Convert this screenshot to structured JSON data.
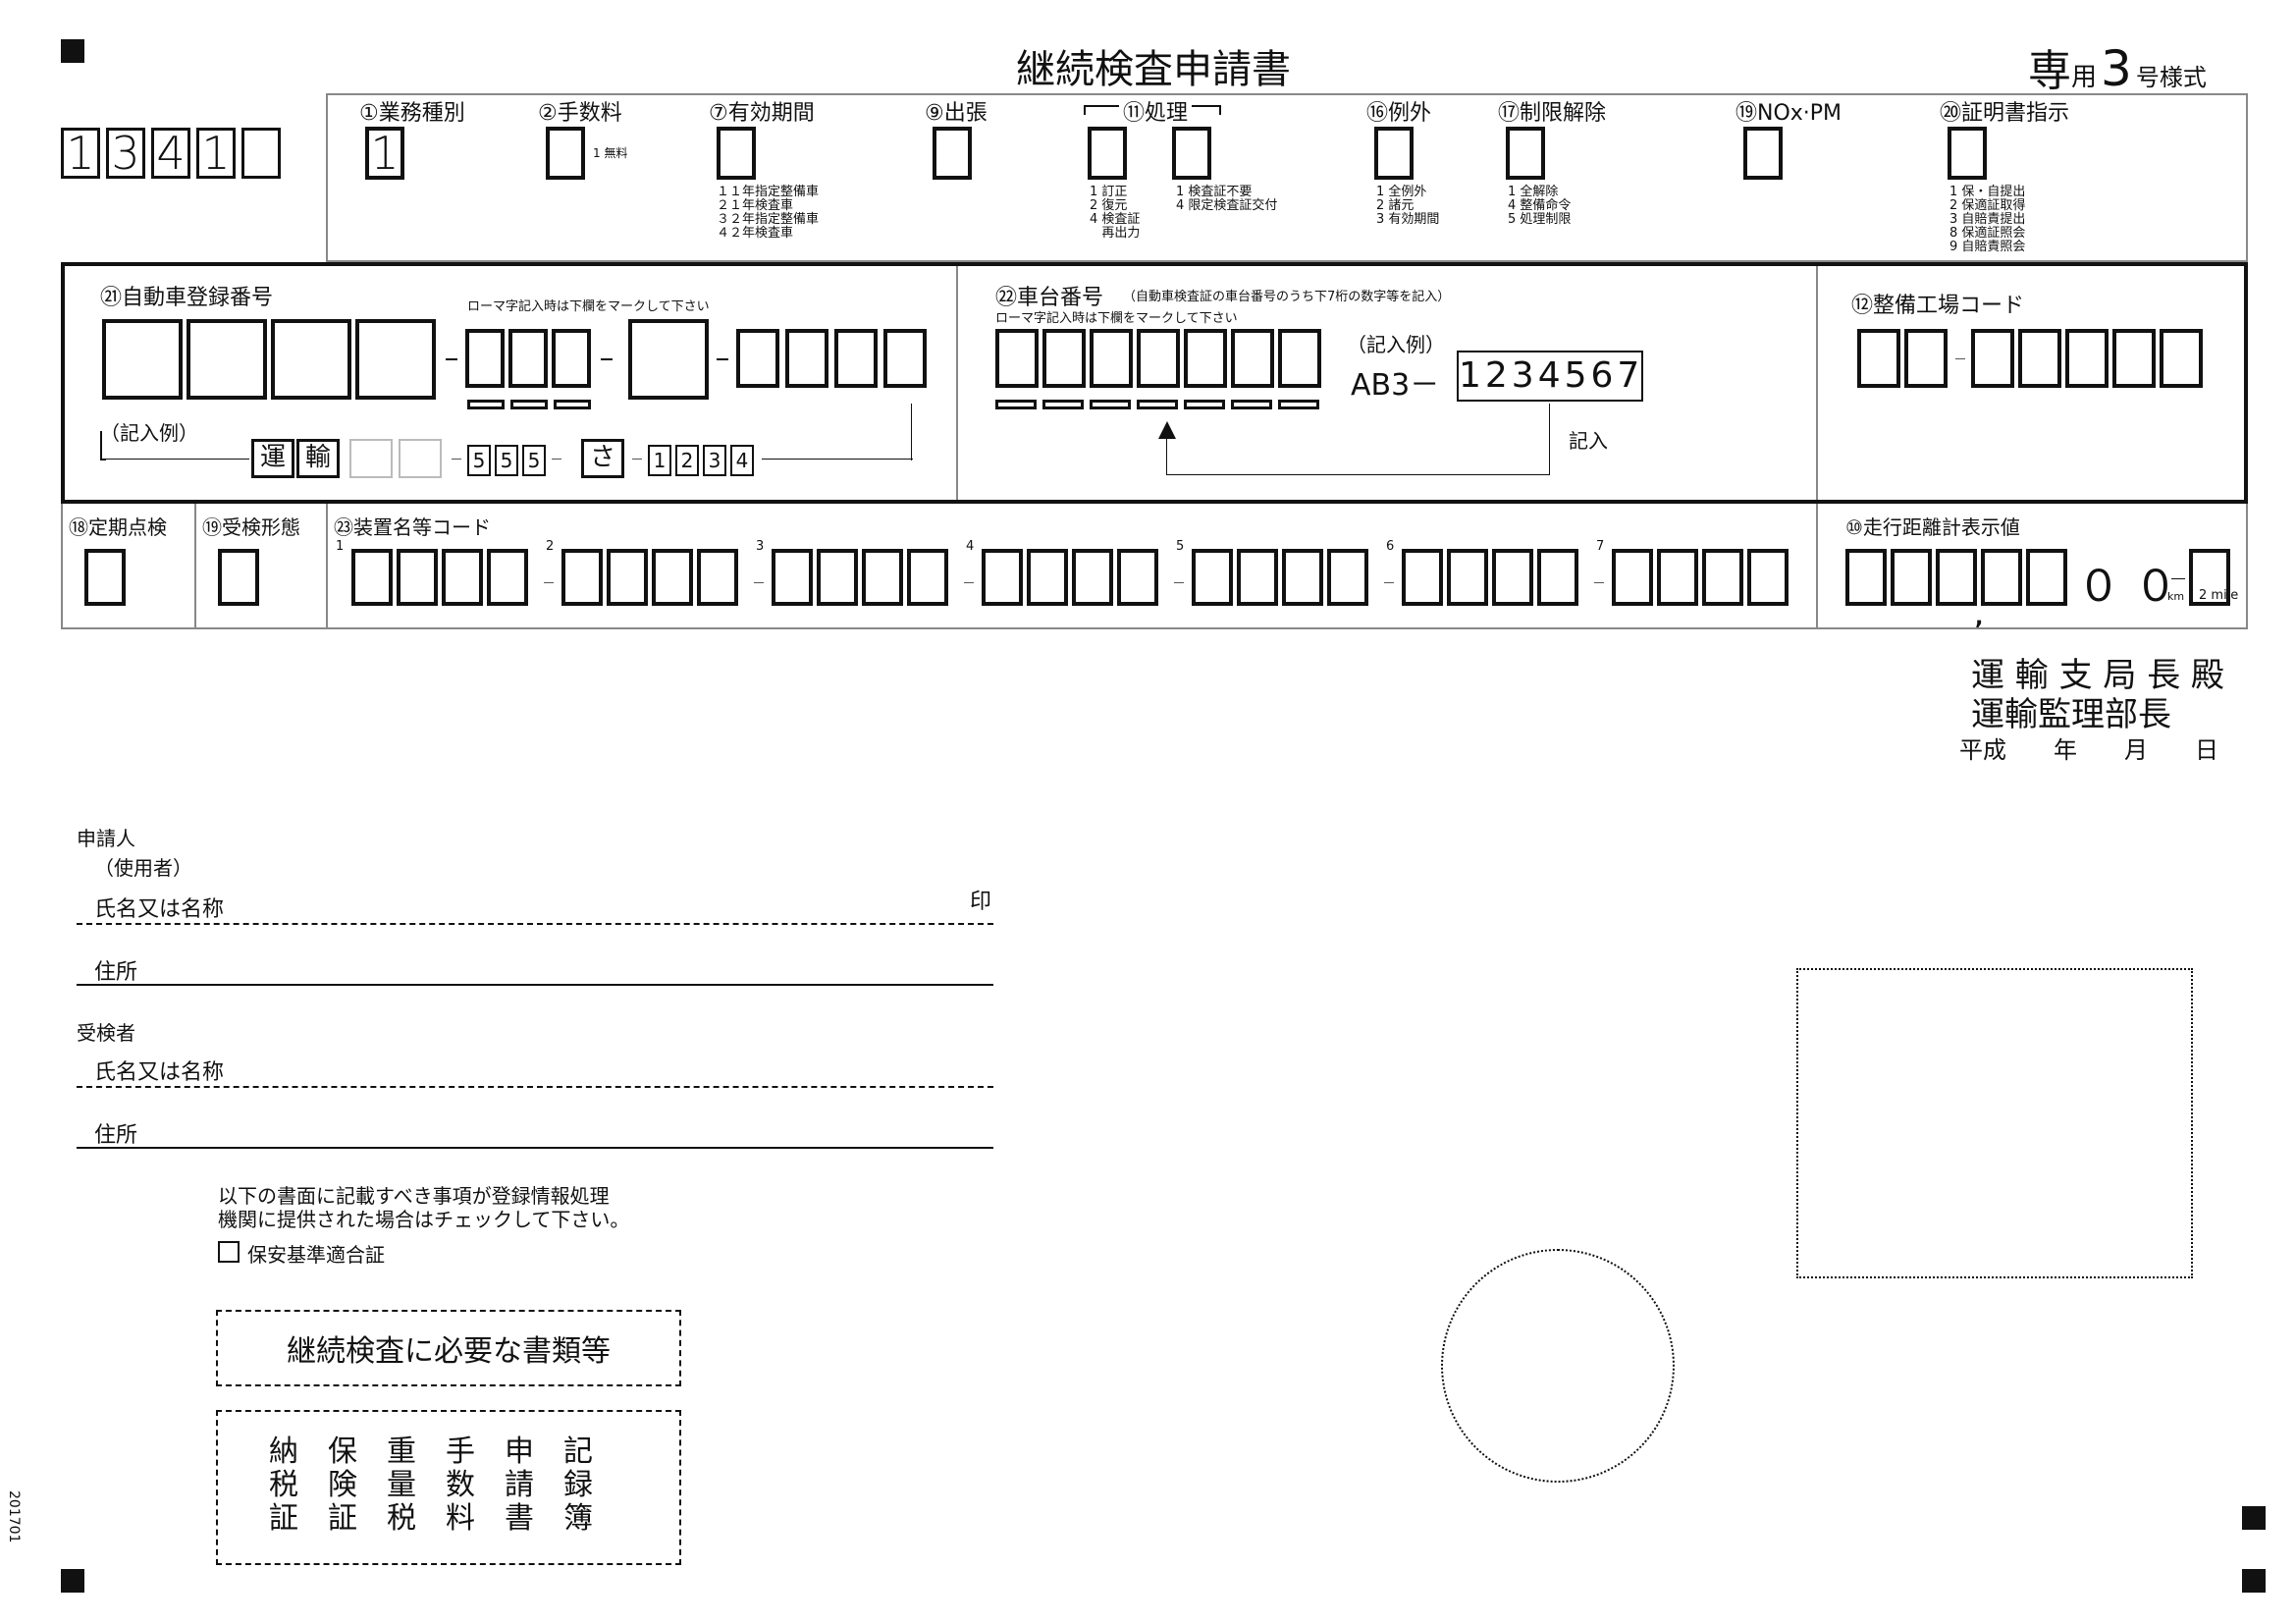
{
  "title": "継続検査申請書",
  "form_type": {
    "prefix": "専",
    "small": "用",
    "number": "3",
    "suffix": "号様式"
  },
  "form_code": [
    "1",
    "3",
    "4",
    "1",
    ""
  ],
  "header_fields": {
    "f1": {
      "label": "①業務種別",
      "value": "1"
    },
    "f2": {
      "label": "②手数料",
      "note": "1 無料"
    },
    "f7": {
      "label": "⑦有効期間",
      "options": "１１年指定整備車\n２１年検査車\n３２年指定整備車\n４２年検査車"
    },
    "f9": {
      "label": "⑨出張"
    },
    "f11": {
      "label": "⑪処理",
      "options_a": "1 訂正\n2 復元\n4 検査証\n   再出力",
      "options_b": "1 検査証不要\n4 限定検査証交付"
    },
    "f16": {
      "label": "⑯例外",
      "options": "1 全例外\n2 諸元\n3 有効期間"
    },
    "f17": {
      "label": "⑰制限解除",
      "options": "1 全解除\n4 整備命令\n5 処理制限"
    },
    "f19": {
      "label": "⑲NOx·PM"
    },
    "f20": {
      "label": "⑳証明書指示",
      "options": "1 保・自提出\n2 保適証取得\n3 自賠責提出\n8 保適証照会\n9 自賠責照会"
    }
  },
  "section_vehicle": {
    "reg_label": "㉑自動車登録番号",
    "roman_note": "ローマ字記入時は下欄をマークして下さい",
    "example_label": "（記入例）",
    "example_chars": [
      "運",
      "輸",
      "",
      "",
      "5",
      "5",
      "5",
      "さ",
      "1",
      "2",
      "3",
      "4"
    ],
    "chassis_label": "㉒車台番号",
    "chassis_note": "（自動車検査証の車台番号のうち下7桁の数字等を記入）",
    "chassis_roman_note": "ローマ字記入時は下欄をマークして下さい",
    "chassis_example_label": "（記入例）",
    "chassis_example_prefix": "AB3－",
    "chassis_example_value": "1234567",
    "chassis_arrow_label": "記入",
    "workshop_label": "⑫整備工場コード"
  },
  "section_equipment": {
    "f18": "⑱定期点検",
    "f19b": "⑲受検形態",
    "f23": "㉓装置名等コード",
    "group_nums": [
      "1",
      "2",
      "3",
      "4",
      "5",
      "6",
      "7"
    ],
    "odometer_label": "⑩走行距離計表示値",
    "odometer_fixed": "０ ０",
    "unit_km": "km",
    "unit_mile": "2 mile"
  },
  "addressee": {
    "line1": "運 輸 支 局 長 殿",
    "line2": "運輸監理部長",
    "date": "平成　　年　　月　　日"
  },
  "applicant": {
    "heading": "申請人",
    "sub": "（使用者）",
    "name_label": "氏名又は名称",
    "seal": "印",
    "address_label": "住所"
  },
  "examinee": {
    "heading": "受検者",
    "name_label": "氏名又は名称",
    "address_label": "住所"
  },
  "notice": {
    "line1": "以下の書面に記載すべき事項が登録情報処理",
    "line2": "機関に提供された場合はチェックして下さい。",
    "checkbox_label": "保安基準適合証"
  },
  "docs": {
    "title": "継続検査に必要な書類等",
    "cols": [
      [
        "納",
        "税",
        "証"
      ],
      [
        "保",
        "険",
        "証"
      ],
      [
        "重",
        "量",
        "税"
      ],
      [
        "手",
        "数",
        "料"
      ],
      [
        "申",
        "請",
        "書"
      ],
      [
        "記",
        "録",
        "簿"
      ]
    ]
  },
  "side_code": "201701"
}
